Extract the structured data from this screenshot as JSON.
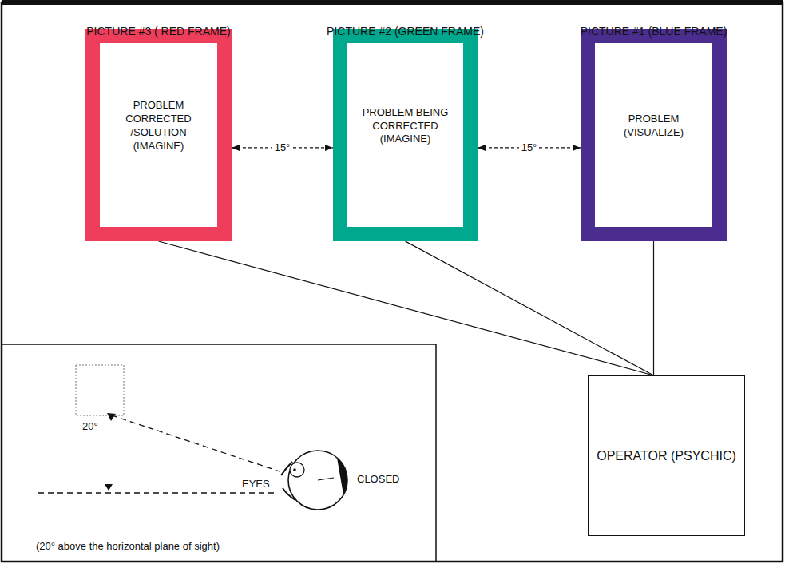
{
  "diagram": {
    "nodes": [
      {
        "text": [
          "PICTURE #3 ( RED FRAME)",
          "PROBLEM CORRECTED /SOLUTION (IMAGINE)"
        ]
      },
      {
        "text": [
          "PICTURE #2 (GREEN FRAME)",
          "PROBLEM BEING CORRECTED (IMAGINE)"
        ]
      },
      {
        "text": [
          "PICTURE #1 (BLUE FRAME)",
          "PROBLEM (VISUALIZE)"
        ]
      },
      {
        "text": [
          "OPERATOR (PSYCHIC)"
        ]
      }
    ],
    "edges": [
      {
        "from": 0,
        "to": 1,
        "arrow": "both",
        "label": "15°"
      },
      {
        "from": 1,
        "to": 2,
        "arrow": "both",
        "label": "15°"
      },
      {
        "from": 3,
        "to": 0,
        "arrow": "none"
      },
      {
        "from": 3,
        "to": 1,
        "arrow": "none"
      },
      {
        "from": 3,
        "to": 2,
        "arrow": "none"
      }
    ],
    "labels": [
      "20°",
      "EYES",
      "CLOSED",
      "(20° above the horizontal plane of sight)"
    ]
  }
}
